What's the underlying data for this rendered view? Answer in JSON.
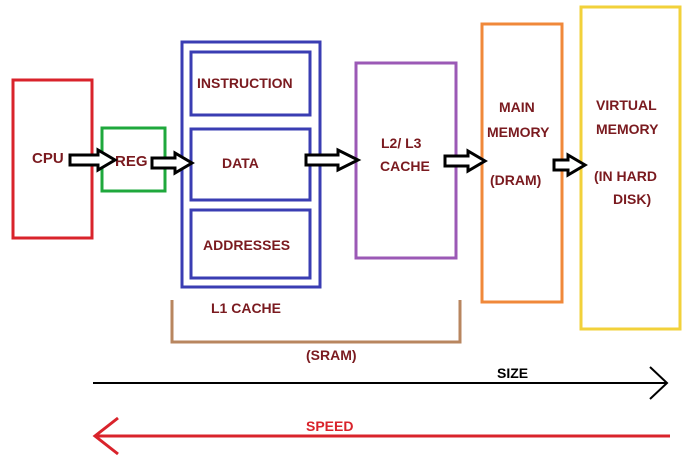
{
  "blocks": {
    "cpu": "CPU",
    "reg": "REG",
    "l1_instruction": "INSTRUCTION",
    "l1_data": "DATA",
    "l1_addresses": "ADDRESSES",
    "l1_caption": "L1 CACHE",
    "l2l3_line1": "L2/ L3",
    "l2l3_line2": "CACHE",
    "main_line1": "MAIN",
    "main_line2": "MEMORY",
    "main_line3": "(DRAM)",
    "virtual_line1": "VIRTUAL",
    "virtual_line2": "MEMORY",
    "virtual_line3": "(IN HARD",
    "virtual_line4": "DISK)"
  },
  "sram_label": "(SRAM)",
  "size_label": "SIZE",
  "speed_label": "SPEED",
  "colors": {
    "cpu": "#d9232b",
    "reg": "#1fa83c",
    "l1": "#3a3db3",
    "l2l3": "#9b59b6",
    "main": "#f0883a",
    "virtual": "#f2d13a",
    "brace": "#b8865f",
    "size_arrow": "#000000",
    "speed_arrow": "#d9232b",
    "text": "#7a1a1f"
  }
}
